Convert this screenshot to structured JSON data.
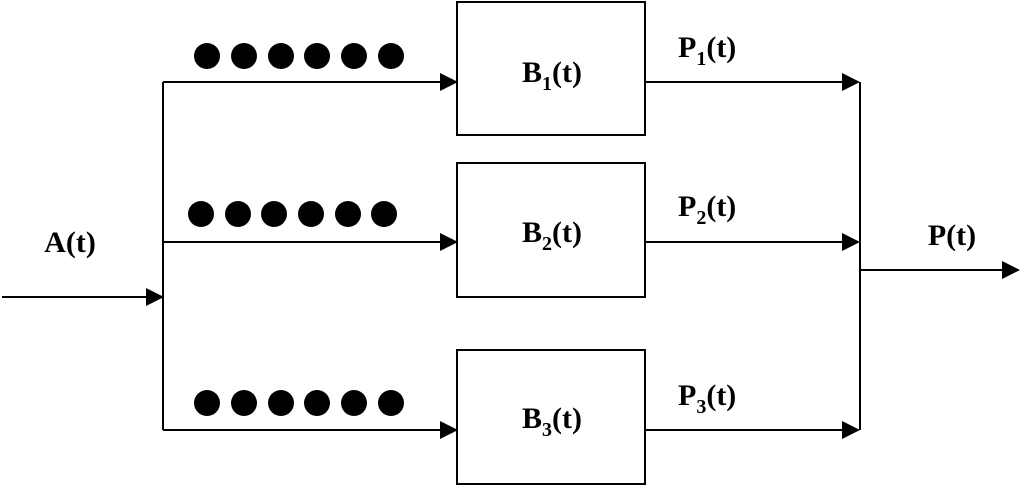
{
  "input": {
    "label": "A(t)"
  },
  "output": {
    "label": "P(t)"
  },
  "branches": [
    {
      "box_base": "B",
      "box_sub": "1",
      "box_tail": "(t)",
      "out_base": "P",
      "out_sub": "1",
      "out_tail": "(t)",
      "queue_count": 6
    },
    {
      "box_base": "B",
      "box_sub": "2",
      "box_tail": "(t)",
      "out_base": "P",
      "out_sub": "2",
      "out_tail": "(t)",
      "queue_count": 6
    },
    {
      "box_base": "B",
      "box_sub": "3",
      "box_tail": "(t)",
      "out_base": "P",
      "out_sub": "3",
      "out_tail": "(t)",
      "queue_count": 6
    }
  ]
}
